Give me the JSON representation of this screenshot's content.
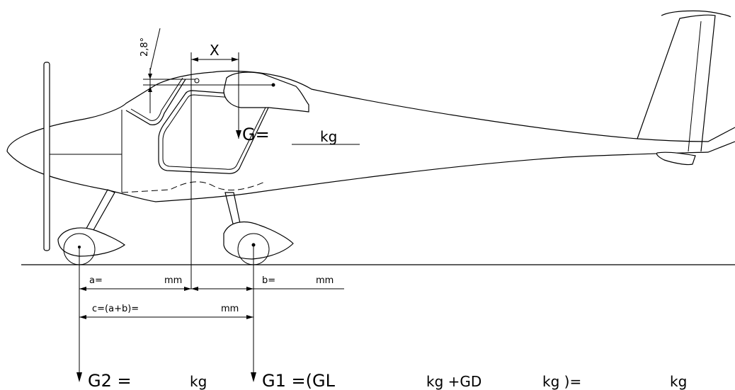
{
  "labels": {
    "angle": "2,8°",
    "x_dim": "X",
    "g_weight": "G=",
    "g_unit": "kg",
    "a_label": "a=",
    "a_unit": "mm",
    "b_label": "b=",
    "b_unit": "mm",
    "c_label": "c=(a+b)=",
    "c_unit": "mm",
    "g2_label": "G2 =",
    "g2_unit": "kg",
    "g1_label": "G1 =(GL",
    "g1_kg1": "kg +GD",
    "g1_kg2": "kg )=",
    "g1_kg3": "kg"
  }
}
